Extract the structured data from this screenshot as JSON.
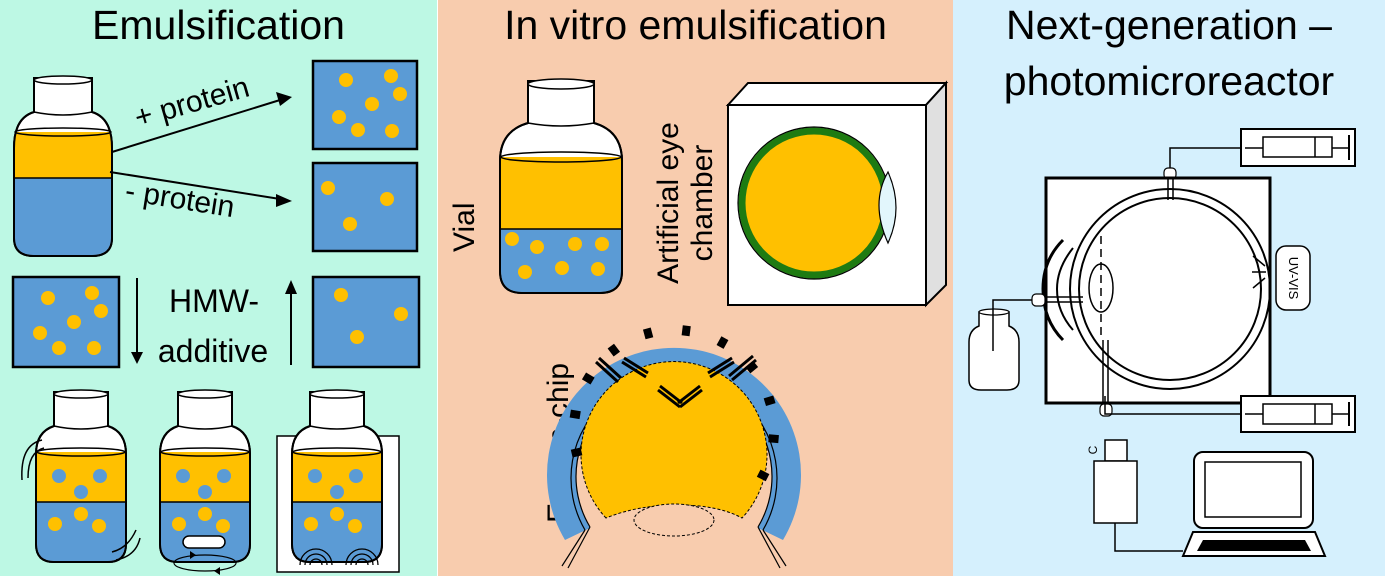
{
  "figure": {
    "panels": [
      {
        "title": "Emulsification",
        "background": "#bdf8e4",
        "labels": {
          "plus_protein": "+ protein",
          "minus_protein": "- protein",
          "hmw_line1": "HMW-",
          "hmw_line2": "additive"
        }
      },
      {
        "title": "In vitro emulsification",
        "background": "#f8ccae",
        "labels": {
          "vial": "Vial",
          "chamber_line1": "Artificial eye",
          "chamber_line2": "chamber",
          "eye_on_chip": "Eye-on-chip"
        }
      },
      {
        "title_line1": "Next-generation –",
        "title_line2": "photomicroreactor",
        "background": "#d5f0fd",
        "labels": {
          "uv_vis": "UV-VIS",
          "camera": "C"
        }
      }
    ],
    "colors": {
      "oil": "#ffc000",
      "water": "#5b9bd5",
      "sclera_green": "#1e7b12",
      "lens": "#e2f6fc",
      "outline": "#000000"
    }
  }
}
